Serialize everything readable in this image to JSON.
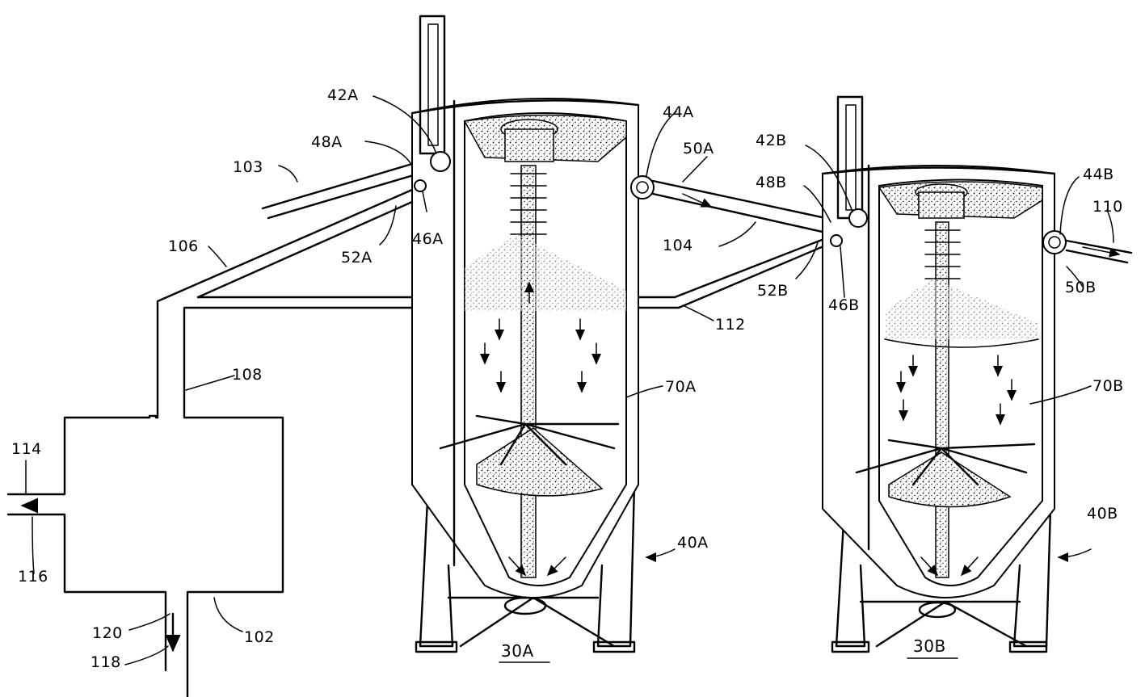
{
  "labels": {
    "l42A": "42A",
    "l44A": "44A",
    "l48A": "48A",
    "l50A": "50A",
    "l103": "103",
    "l52A": "52A",
    "l46A": "46A",
    "l106": "106",
    "l104": "104",
    "l42B": "42B",
    "l44B": "44B",
    "l48B": "48B",
    "l110": "110",
    "l52B": "52B",
    "l46B": "46B",
    "l50B": "50B",
    "l112": "112",
    "l108": "108",
    "l70A": "70A",
    "l70B": "70B",
    "l114": "114",
    "l116": "116",
    "l40A": "40A",
    "l40B": "40B",
    "l120": "120",
    "l118": "118",
    "l102": "102",
    "l30A": "30A",
    "l30B": "30B"
  }
}
